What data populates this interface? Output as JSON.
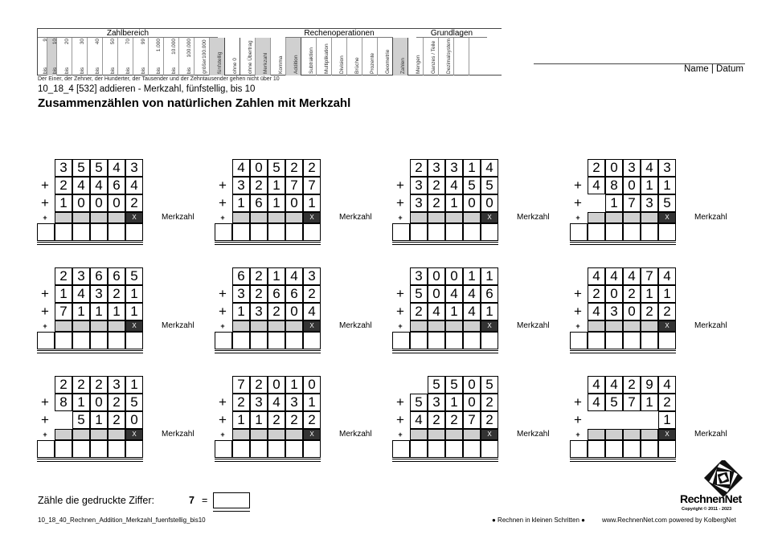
{
  "header": {
    "groups": {
      "zahlbereich": "Zahlbereich",
      "rechenoperationen": "Rechenoperationen",
      "grundlagen": "Grundlagen"
    },
    "columns": [
      {
        "top": "9",
        "bottom": "bis",
        "shaded": false
      },
      {
        "top": "10",
        "bottom": "bis",
        "shaded": true
      },
      {
        "top": "20",
        "bottom": "bis",
        "shaded": false
      },
      {
        "top": "30",
        "bottom": "bis",
        "shaded": false
      },
      {
        "top": "40",
        "bottom": "bis",
        "shaded": false
      },
      {
        "top": "50",
        "bottom": "bis",
        "shaded": false
      },
      {
        "top": "70",
        "bottom": "bis",
        "shaded": false
      },
      {
        "top": "99",
        "bottom": "bis",
        "shaded": false
      },
      {
        "top": "1.000",
        "bottom": "bis",
        "shaded": false
      },
      {
        "top": "10.000",
        "bottom": "bis",
        "shaded": false
      },
      {
        "top": "100.000",
        "bottom": "bis",
        "shaded": false
      },
      {
        "top": "",
        "bottom": "größer100.000",
        "shaded": false
      },
      {
        "top": "",
        "bottom": "fünfstellig",
        "shaded": true
      },
      {
        "top": "",
        "bottom": "ohne 0",
        "shaded": false
      },
      {
        "top": "",
        "bottom": "ohne Übertrag",
        "shaded": false
      },
      {
        "top": "",
        "bottom": "Merkzahl",
        "shaded": true
      },
      {
        "top": "",
        "bottom": "Komma",
        "shaded": false
      },
      {
        "top": "",
        "bottom": "Addition",
        "shaded": true
      },
      {
        "top": "",
        "bottom": "Subtraktion",
        "shaded": false
      },
      {
        "top": "",
        "bottom": "Multiplikation",
        "shaded": false
      },
      {
        "top": "",
        "bottom": "Division",
        "shaded": false
      },
      {
        "top": "",
        "bottom": "Brüche",
        "shaded": false
      },
      {
        "top": "",
        "bottom": "Prozente",
        "shaded": false
      },
      {
        "top": "",
        "bottom": "Geometrie",
        "shaded": false
      },
      {
        "top": "",
        "bottom": "Zahlen",
        "shaded": true
      },
      {
        "top": "",
        "bottom": "Mengen",
        "shaded": false
      },
      {
        "top": "",
        "bottom": "Ganzes / Teile",
        "shaded": false
      },
      {
        "top": "",
        "bottom": "Dezimalsystem",
        "shaded": false
      },
      {
        "top": "",
        "bottom": "",
        "shaded": false
      }
    ],
    "note": "Der Einer, der Zehner, der Hunderter, der Tausender und der Zehntausender gehen nicht über 10",
    "code": "10_18_4   [532]   addieren - Merkzahl, fünfstellig, bis 10",
    "title": "Zusammenzählen von natürlichen Zahlen mit Merkzahl",
    "name_label": "Name | Datum"
  },
  "merkzahl_label": "Merkzahl",
  "plus_sign": "+",
  "carry_mark": "X",
  "problems": [
    {
      "rows": [
        "35543",
        "24464",
        "10002"
      ]
    },
    {
      "rows": [
        "40522",
        "32177",
        "16101"
      ]
    },
    {
      "rows": [
        "23314",
        "32455",
        "32100"
      ]
    },
    {
      "rows": [
        "20343",
        "48011",
        " 1735"
      ]
    },
    {
      "rows": [
        "23665",
        "14321",
        "71111"
      ]
    },
    {
      "rows": [
        "62143",
        "32662",
        "13204"
      ]
    },
    {
      "rows": [
        "30011",
        "50446",
        "24141"
      ]
    },
    {
      "rows": [
        "44474",
        "20211",
        "43022"
      ]
    },
    {
      "rows": [
        "22231",
        "81025",
        " 5120"
      ]
    },
    {
      "rows": [
        "72010",
        "23431",
        "11222"
      ]
    },
    {
      "rows": [
        " 5505",
        "53102",
        "42272"
      ]
    },
    {
      "rows": [
        "44294",
        "45712",
        "    1"
      ]
    }
  ],
  "count": {
    "label": "Zähle die gedruckte Ziffer:",
    "digit": "7",
    "equals": "="
  },
  "footer": {
    "left": "10_18_40_Rechnen_Addition_Merkzahl_fuenfstellig_bis10",
    "middle": "● Rechnen in kleinen Schritten ●",
    "right": "www.RechnenNet.com powered by KolbergNet"
  },
  "brand": {
    "name": "RechnenNet",
    "copyright": "Copyright © 2011 - 2023"
  }
}
